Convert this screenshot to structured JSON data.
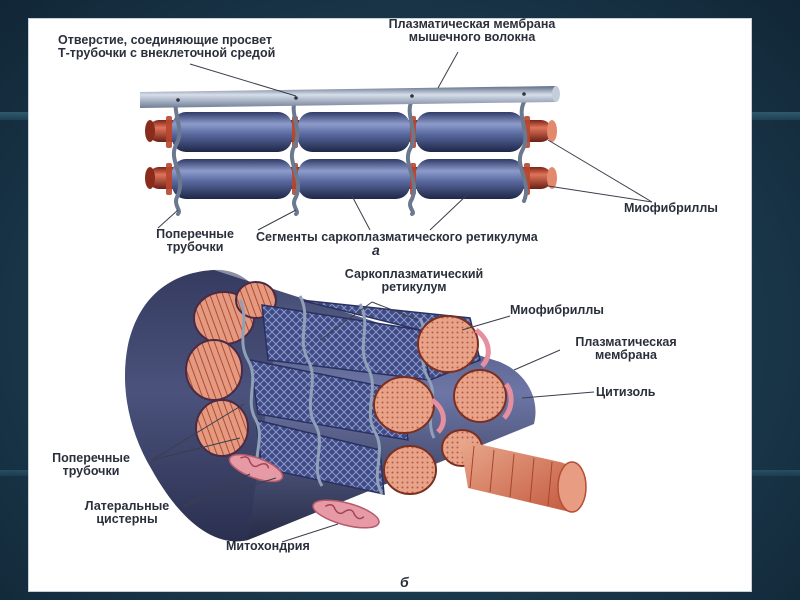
{
  "labels": {
    "opening_line1": "Отверстие, соединяющие просвет",
    "opening_line2": "Т-трубочки с внеклеточной средой",
    "plasma_membrane_fiber_line1": "Плазматическая мембрана",
    "plasma_membrane_fiber_line2": "мышечного волокна",
    "myofibrils_a": "Миофибриллы",
    "transverse_tubules_a_line1": "Поперечные",
    "transverse_tubules_a_line2": "трубочки",
    "sr_segments": "Сегменты саркоплазматического ретикулума",
    "figure_a": "а",
    "sarcoplasmic_reticulum_line1": "Саркоплазматический",
    "sarcoplasmic_reticulum_line2": "ретикулум",
    "myofibrils_b": "Миофибриллы",
    "plasma_membrane_b_line1": "Плазматическая",
    "plasma_membrane_b_line2": "мембрана",
    "cytosol": "Цитизоль",
    "transverse_tubules_b_line1": "Поперечные",
    "transverse_tubules_b_line2": "трубочки",
    "lateral_cisternae_line1": "Латеральные",
    "lateral_cisternae_line2": "цистерны",
    "mitochondrion": "Митохондрия",
    "figure_b": "б"
  },
  "colors": {
    "slide_background": "#1d3e52",
    "panel": "#ffffff",
    "label_text": "#2a2f3c",
    "sarcoplasmic_reticulum": "#4a5a8c",
    "myofibril": "#c8563f",
    "t_tubule": "#8fa0b8",
    "mitochondrion": "#e69aa6",
    "leader_line": "#3a3f4c"
  }
}
